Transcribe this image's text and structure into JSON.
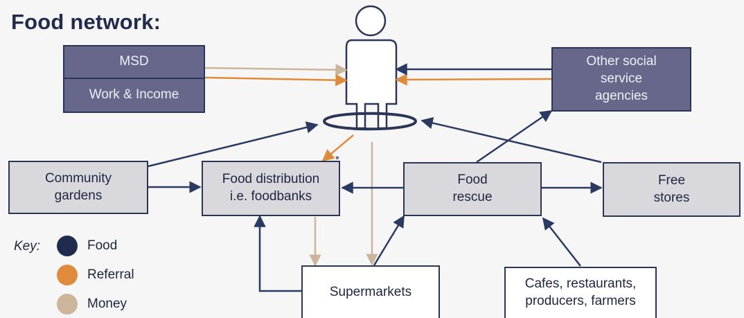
{
  "title": "Food network:",
  "nodes": {
    "msd": "MSD",
    "work_income": "Work & Income",
    "other_agencies": [
      "Other social",
      "service",
      "agencies"
    ],
    "community_gardens": [
      "Community",
      "gardens"
    ],
    "food_distribution": [
      "Food distribution",
      "i.e. foodbanks"
    ],
    "food_rescue": [
      "Food",
      "rescue"
    ],
    "free_stores": [
      "Free",
      "stores"
    ],
    "supermarkets": "Supermarkets",
    "cafes": [
      "Cafes, restaurants,",
      "producers, farmers"
    ]
  },
  "annotation": "*",
  "key": {
    "label": "Key:",
    "items": [
      {
        "label": "Food",
        "color": "#1f2c4f"
      },
      {
        "label": "Referral",
        "color": "#e08a3c"
      },
      {
        "label": "Money",
        "color": "#cdb59b"
      }
    ]
  },
  "flow_colors": {
    "food": "#2b3a63",
    "referral": "#e08a3c",
    "money": "#cdb59b"
  }
}
